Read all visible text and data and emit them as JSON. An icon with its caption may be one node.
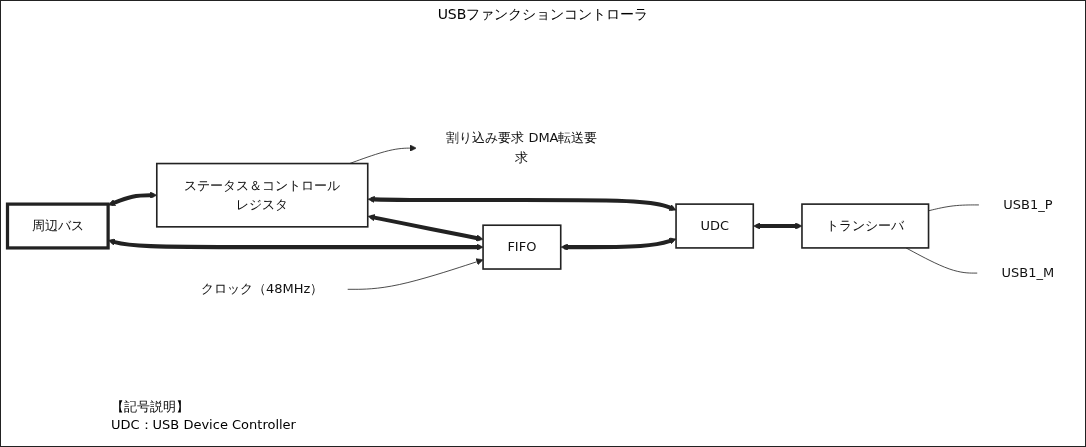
{
  "diagram": {
    "nodes": [
      {
        "text": [
          "周辺バス"
        ]
      },
      {
        "text": [
          "割り込み要求 DMA転送要求"
        ]
      },
      {
        "text": [
          "ステータス＆コントロールレジスタ"
        ]
      },
      {
        "text": [
          "UDC"
        ]
      },
      {
        "text": [
          "トランシーバ"
        ]
      },
      {
        "text": [
          "USB1_P"
        ]
      },
      {
        "text": [
          "USB1_M"
        ]
      },
      {
        "text": [
          "クロック（48MHz）"
        ]
      },
      {
        "text": [
          "FIFO"
        ]
      }
    ],
    "edges": [
      {
        "from": 0,
        "to": 2,
        "arrow": "both"
      },
      {
        "from": 2,
        "to": 1,
        "arrow": "to"
      },
      {
        "from": 2,
        "to": 3,
        "arrow": "both"
      },
      {
        "from": 2,
        "to": 8,
        "arrow": "both"
      },
      {
        "from": 0,
        "to": 8,
        "arrow": "both"
      },
      {
        "from": 7,
        "to": 8,
        "arrow": "to"
      },
      {
        "from": 8,
        "to": 3,
        "arrow": "both"
      },
      {
        "from": 3,
        "to": 4,
        "arrow": "both"
      },
      {
        "from": 4,
        "to": 5,
        "arrow": "none"
      },
      {
        "from": 4,
        "to": 6,
        "arrow": "none"
      }
    ],
    "labels": [
      "USBファンクションコントローラ",
      "【記号説明】",
      "UDC：USB Device Controller"
    ]
  }
}
